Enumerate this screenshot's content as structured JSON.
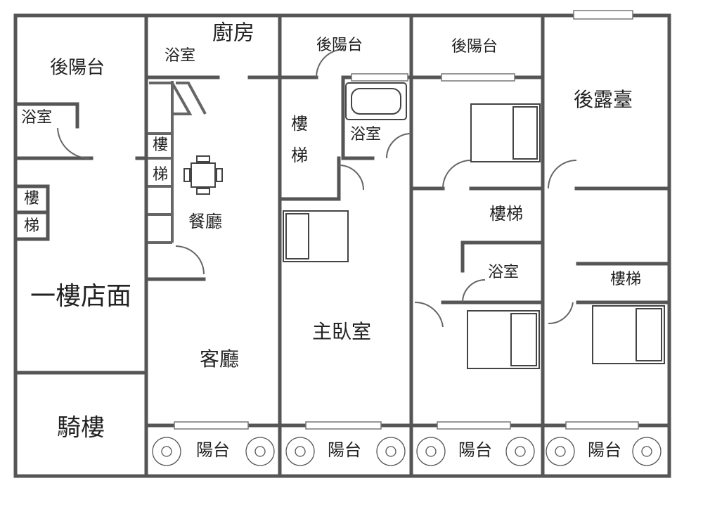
{
  "title": "Floor plan",
  "colors": {
    "wall": "#555555",
    "background": "#ffffff",
    "text": "#222222"
  },
  "rooms": {
    "c1_back_balcony": "後陽台",
    "c1_bath": "浴室",
    "c1_stair_1": "樓",
    "c1_stair_2": "梯",
    "c1_shop": "一樓店面",
    "c1_arcade": "騎樓",
    "c2_kitchen": "廚房",
    "c2_bath": "浴室",
    "c2_stair_1": "樓",
    "c2_stair_2": "梯",
    "c2_dining": "餐廳",
    "c2_living": "客廳",
    "c2_balcony": "陽台",
    "c3_back_balcony": "後陽台",
    "c3_stair_1": "樓",
    "c3_stair_2": "梯",
    "c3_bath": "浴室",
    "c3_master": "主臥室",
    "c3_balcony": "陽台",
    "c4_back_balcony": "後陽台",
    "c4_stair": "樓梯",
    "c4_bath": "浴室",
    "c4_balcony": "陽台",
    "c5_back_terrace": "後露臺",
    "c5_stair": "樓梯",
    "c5_balcony": "陽台"
  }
}
